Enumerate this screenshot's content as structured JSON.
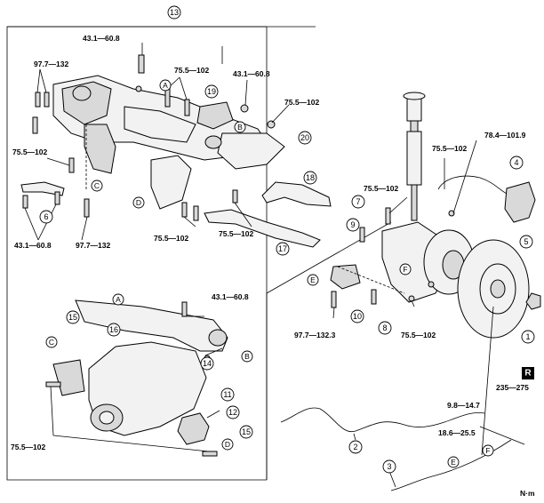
{
  "callouts": {
    "c1": "1",
    "c2": "2",
    "c3": "3",
    "c4": "4",
    "c5": "5",
    "c6": "6",
    "c7": "7",
    "c8": "8",
    "c9": "9",
    "c10": "10",
    "c11": "11",
    "c12": "12",
    "c13": "13",
    "c14": "14",
    "c15a": "15",
    "c15b": "15",
    "c16": "16",
    "c17": "17",
    "c18": "18",
    "c19": "19",
    "c20": "20"
  },
  "refs": {
    "A1": "A",
    "B1": "B",
    "C1": "C",
    "D1": "D",
    "A2": "A",
    "B2": "B",
    "C2": "C",
    "D2": "D",
    "E1": "E",
    "F1": "F",
    "E2": "E",
    "F2": "F"
  },
  "torques": {
    "t1": "43.1—60.8",
    "t2": "97.7—132",
    "t3": "75.5—102",
    "t4": "43.1—60.8",
    "t5": "75.5—102",
    "t6": "75.5—102",
    "t7": "43.1—60.8",
    "t8": "97.7—132",
    "t9": "75.5—102",
    "t10": "75.5—102",
    "t11": "43.1—60.8",
    "t12": "75.5—102",
    "t13": "75.5—102",
    "t14": "78.4—101.9",
    "t15": "75.5—102",
    "t16": "97.7—132.3",
    "t17": "75.5—102",
    "t18": "9.8—14.7",
    "t19": "235—275",
    "t20": "18.6—25.5"
  },
  "box_r": "R",
  "unit": "N·m"
}
